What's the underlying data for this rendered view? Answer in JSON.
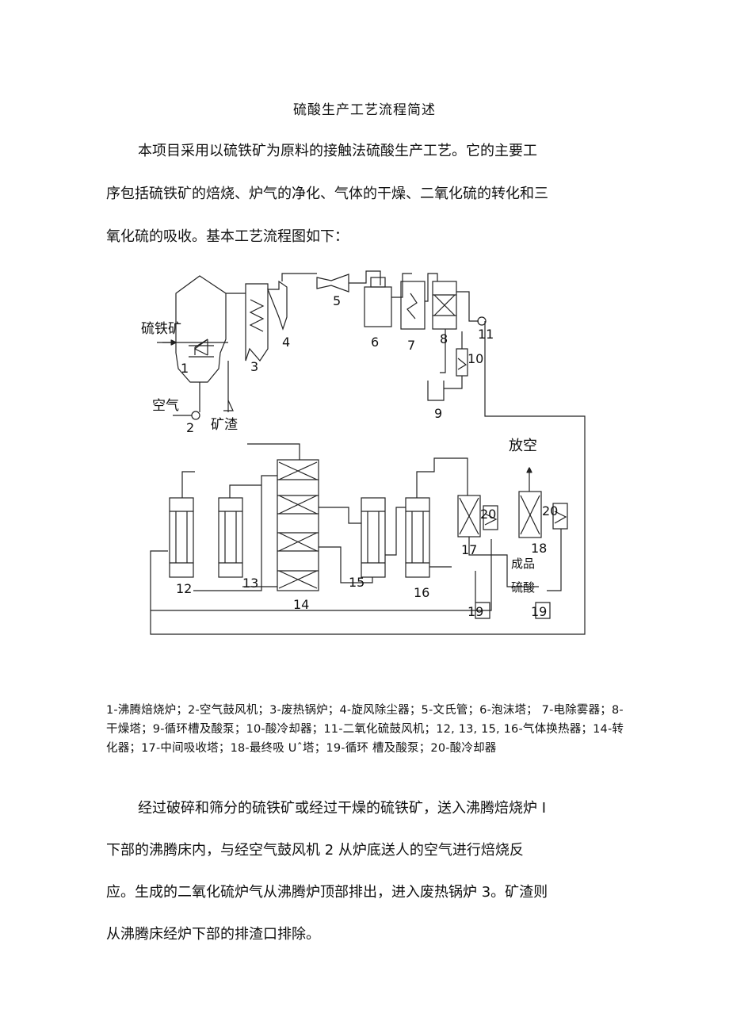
{
  "document": {
    "title": "硫酸生产工艺流程简述",
    "intro": "本项目采用以硫铁矿为原料的接触法硫酸生产工艺。它的主要工序包括硫铁矿的焙烧、炉气的净化、气体的干燥、二氧化硫的转化和三氧化硫的吸收。基本工艺流程图如下：",
    "legend": "1-沸腾焙烧炉；2-空气鼓风机；3-废热锅炉；4-旋风除尘器；5-文氏管；6-泡沫塔； 7-电除雾器；8-干燥塔；9-循环槽及酸泵；10-酸冷却器；11-二氧化硫鼓风机；12, 13, 15, 16-气体换热器；14-转化器；17-中间吸收塔；18-最终吸 Uˆ塔；19-循环 槽及酸泵；20-酸冷却器",
    "paragraph2": "经过破碎和筛分的硫铁矿或经过干燥的硫铁矿，送入沸腾焙烧炉 I 下部的沸腾床内，与经空气鼓风机 2 从炉底送人的空气进行焙烧反应。生成的二氧化硫炉气从沸腾炉顶部排出，进入废热锅炉 3。矿渣则从沸腾床经炉下部的排渣口排除。"
  },
  "diagram": {
    "labels": {
      "pyrite": "硫铁矿",
      "air": "空气",
      "slag": "矿渣",
      "vent": "放空",
      "product_1": "成品",
      "product_2": "硫酸"
    },
    "numbers": [
      "1",
      "2",
      "3",
      "4",
      "5",
      "6",
      "7",
      "8",
      "9",
      "10",
      "11",
      "12",
      "13",
      "14",
      "15",
      "16",
      "17",
      "18",
      "19",
      "19",
      "20",
      "20"
    ]
  }
}
